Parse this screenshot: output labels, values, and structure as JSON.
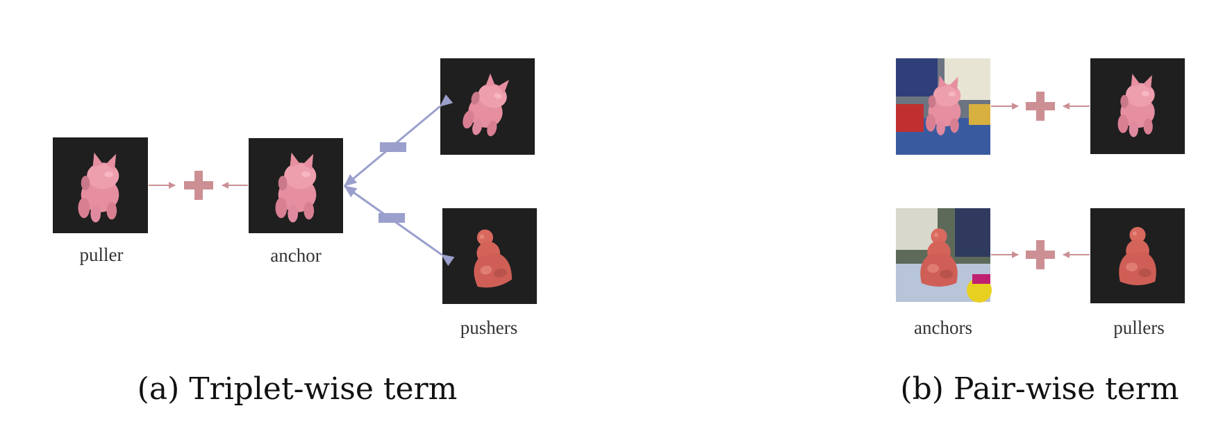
{
  "labels": {
    "puller": "puller",
    "anchor": "anchor",
    "pushers": "pushers",
    "anchors": "anchors",
    "pullers": "pullers"
  },
  "captions": {
    "a": "(a) Triplet-wise term",
    "b": "(b) Pair-wise term"
  },
  "symbols": {
    "plus": "plus-sign",
    "minus": "minus-sign"
  },
  "colors": {
    "background": "#ffffff",
    "render_bg": "#1f1f1f",
    "cat_pink": "#e89aa8",
    "buddha_red": "#d9695f",
    "plus_color": "#cc8f93",
    "minus_color": "#9a9fcc"
  }
}
